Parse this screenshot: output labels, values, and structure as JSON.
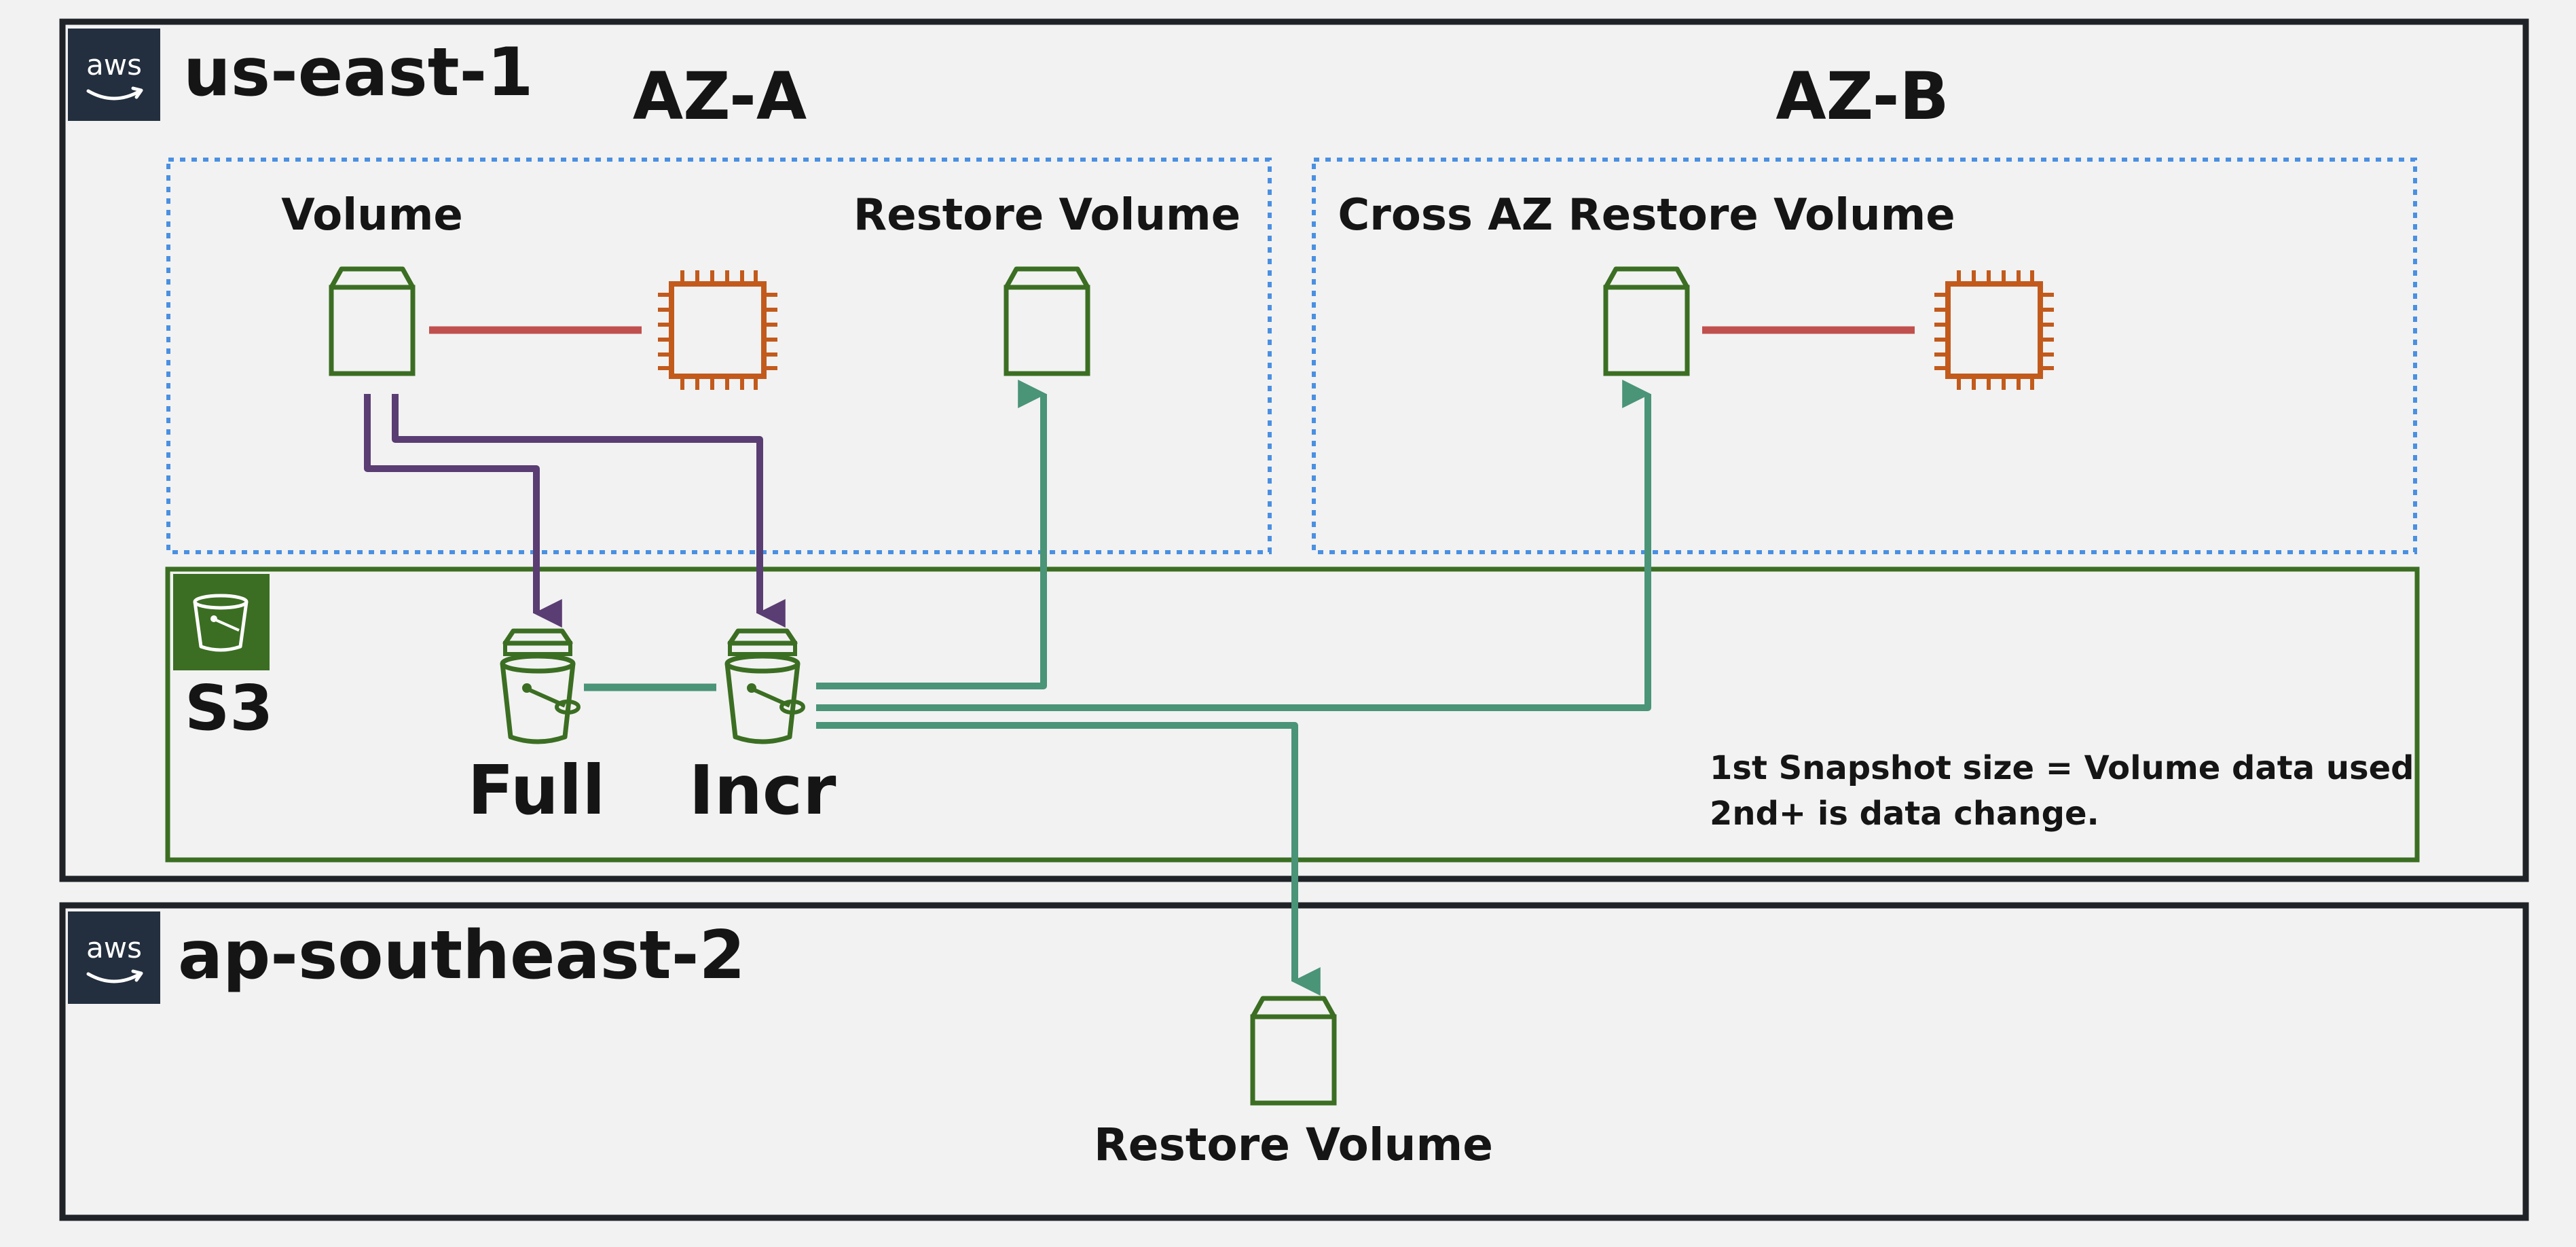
{
  "regions": {
    "primary": {
      "logo_text": "aws",
      "name": "us-east-1"
    },
    "secondary": {
      "logo_text": "aws",
      "name": "ap-southeast-2"
    }
  },
  "zones": {
    "a": {
      "name": "AZ-A",
      "volume_label": "Volume",
      "restore_label": "Restore Volume"
    },
    "b": {
      "name": "AZ-B",
      "restore_label": "Cross AZ Restore Volume"
    }
  },
  "s3": {
    "label": "S3",
    "full_label": "Full",
    "incr_label": "Incr",
    "note_line1": "1st Snapshot size = Volume data used",
    "note_line2": "2nd+ is data change."
  },
  "remote": {
    "restore_label": "Restore Volume"
  },
  "colors": {
    "border": "#1f2328",
    "az_dotted": "#4a90e2",
    "s3_border": "#3b6e22",
    "s3_tile": "#3b6e22",
    "volume_green": "#3b6e22",
    "ec2_orange": "#c25a1c",
    "attach_red": "#c0504d",
    "snapshot_purple": "#5a3d73",
    "restore_teal": "#4a9478",
    "aws_tile": "#232f3e"
  },
  "icons": {
    "aws": "aws-logo-icon",
    "volume": "ebs-volume-icon",
    "ec2": "ec2-instance-icon",
    "bucket": "s3-bucket-icon",
    "snapshot": "snapshot-bucket-icon"
  }
}
